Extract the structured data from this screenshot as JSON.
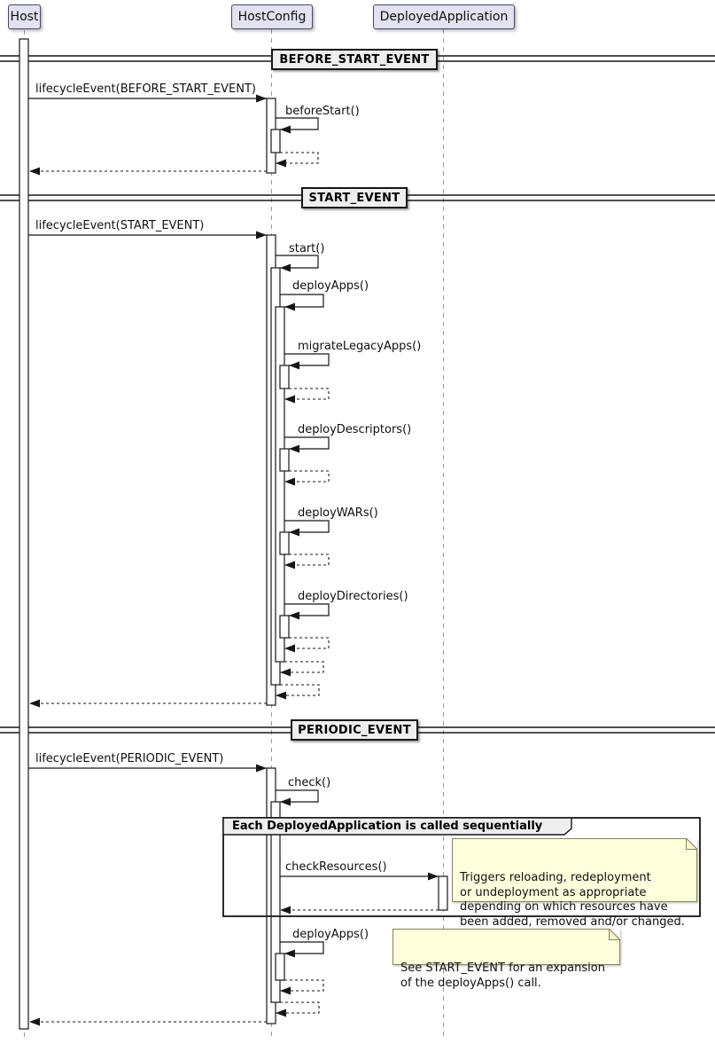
{
  "participants": [
    {
      "label": "Host"
    },
    {
      "label": "HostConfig"
    },
    {
      "label": "DeployedApplication"
    }
  ],
  "dividers": [
    {
      "label": "BEFORE_START_EVENT"
    },
    {
      "label": "START_EVENT"
    },
    {
      "label": "PERIODIC_EVENT"
    }
  ],
  "messages": [
    {
      "label": "lifecycleEvent(BEFORE_START_EVENT)"
    },
    {
      "label": "beforeStart()"
    },
    {
      "label": "lifecycleEvent(START_EVENT)"
    },
    {
      "label": "start()"
    },
    {
      "label": "deployApps()"
    },
    {
      "label": "migrateLegacyApps()"
    },
    {
      "label": "deployDescriptors()"
    },
    {
      "label": "deployWARs()"
    },
    {
      "label": "deployDirectories()"
    },
    {
      "label": "lifecycleEvent(PERIODIC_EVENT)"
    },
    {
      "label": "check()"
    },
    {
      "label": "checkResources()"
    },
    {
      "label": "deployApps()"
    }
  ],
  "group": {
    "title": "Each DeployedApplication is called sequentially"
  },
  "notes": [
    {
      "text": "Triggers reloading, redeployment\nor undeployment as appropriate\ndepending on which resources have\nbeen added, removed and/or changed."
    },
    {
      "text": "See START_EVENT for an expansion\nof the deployApps() call."
    }
  ],
  "colors": {
    "participant_fill": "#E2E2F0",
    "participant_border": "#46466A",
    "divider_fill": "#EEEEEE",
    "note_fill": "#FEFFDD",
    "line": "#161616",
    "lifeline": "#999999",
    "background": "#FFFFFF"
  }
}
